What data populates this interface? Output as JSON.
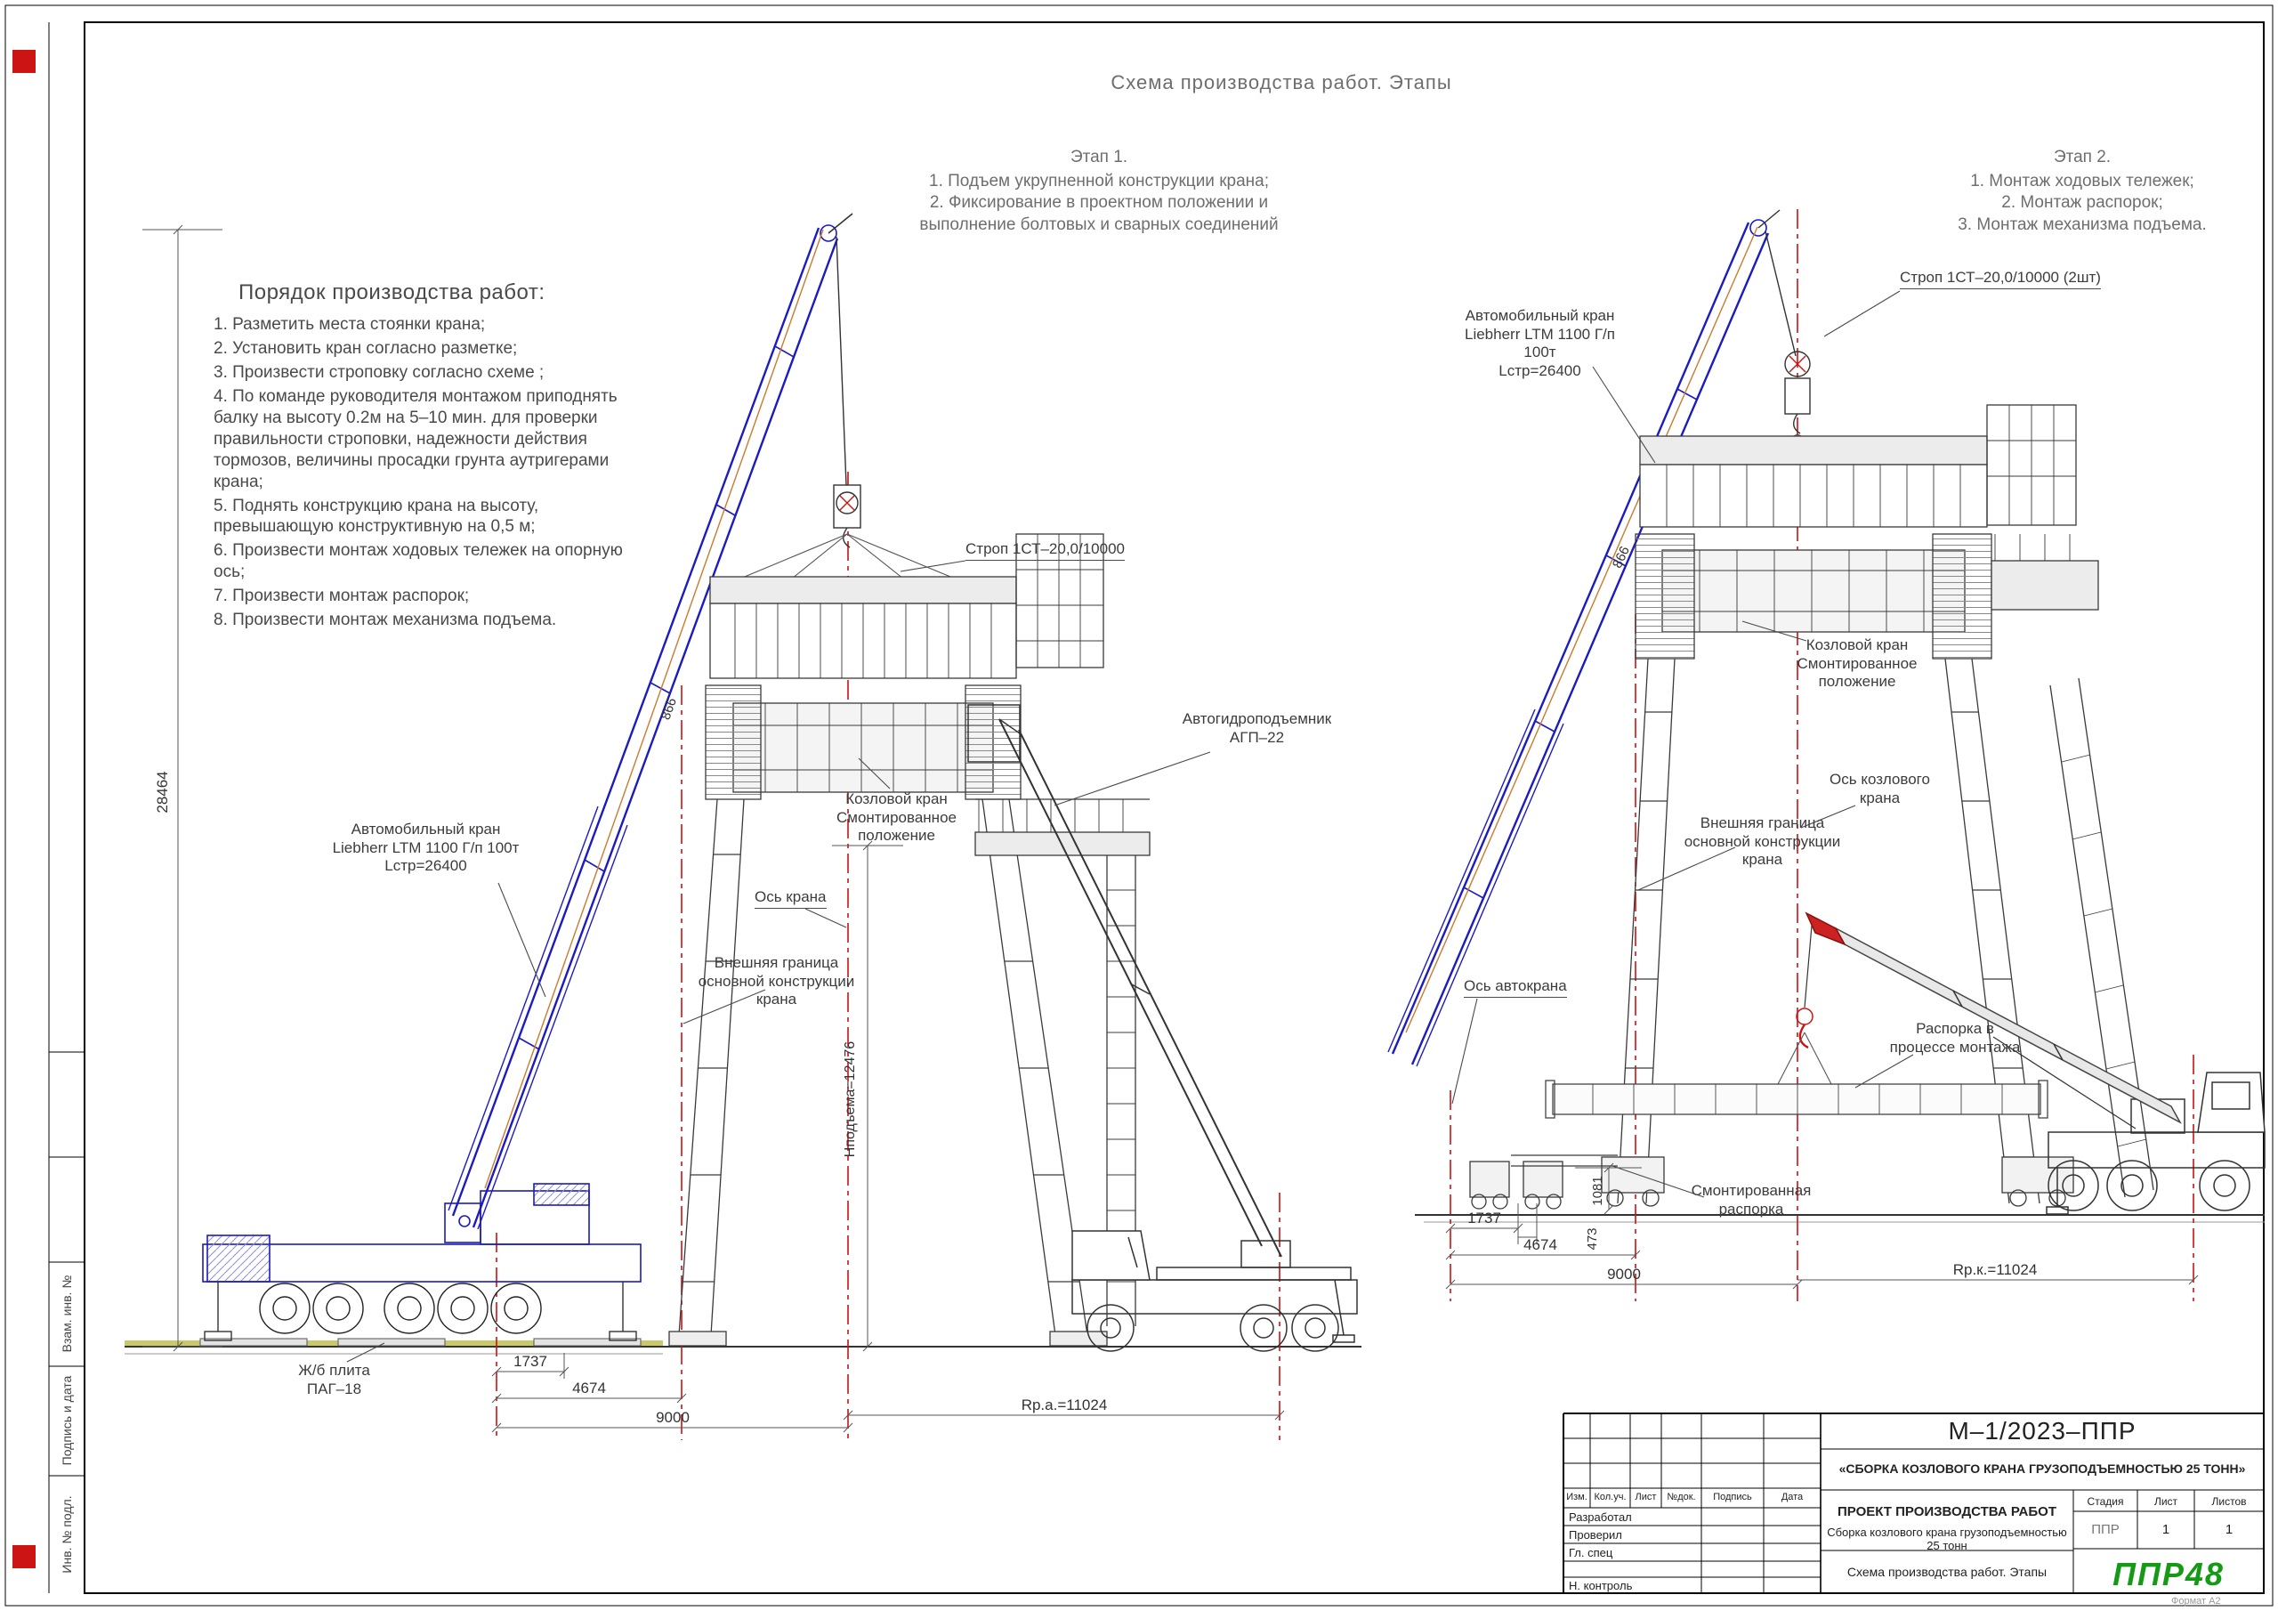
{
  "colors": {
    "accent_blue": "#1b1bbf",
    "axis_red": "#cc1111",
    "pendant_orange": "#c97b2d",
    "logo_green": "#149a14",
    "ground_khaki": "#c8c86e"
  },
  "page": {
    "title": "Схема производства работ. Этапы",
    "format_note": "Формат А2"
  },
  "stage1": {
    "title": "Этап 1.",
    "items": [
      "1.   Подъем укрупненной конструкции крана;",
      "2.   Фиксирование в проектном положении и выполнение болтовых и сварных соединений"
    ]
  },
  "stage2": {
    "title": "Этап 2.",
    "items": [
      "1.   Монтаж ходовых тележек;",
      "2.   Монтаж распорок;",
      "3.   Монтаж механизма подъема."
    ]
  },
  "procedure": {
    "title": "Порядок производства работ:",
    "items": [
      "1.  Разметить места стоянки   крана;",
      "2.  Установить кран согласно разметке;",
      "3.  Произвести строповку согласно схеме ;",
      "4.  По команде   руководителя монтажом приподнять балку на высоту 0.2м на 5–10 мин. для проверки правильности строповки, надежности действия тормозов, величины просадки грунта аутригерами крана;",
      "5.  Поднять конструкцию крана на высоту, превышающую конструктивную на 0,5 м;",
      "6.  Произвести монтаж ходовых тележек на опорную ось;",
      "7.  Произвести монтаж распорок;",
      "8.  Произвести монтаж механизма подъема."
    ]
  },
  "left_scene": {
    "labels": {
      "crane": "Автомобильный кран\nLiebherr  LTM  1100  Г/п  100т\nLстр=26400",
      "sling": "Строп 1СТ–20,0/10000",
      "gantry": "Козловой кран\nСмонтированное\nположение",
      "lift": "Автогидроподъемник\nАГП–22",
      "axis": "Ось крана",
      "boundary": "Внешняя граница\nосновной конструкции крана",
      "plate": "Ж/б плита\nПАГ–18",
      "boom_dim": "866"
    },
    "dims": {
      "height": "28464",
      "d1": "1737",
      "d2": "4674",
      "d3": "9000",
      "radius": "Rр.а.=11024",
      "hoist": "Hподъема=12476"
    }
  },
  "right_scene": {
    "labels": {
      "crane": "Автомобильный кран\nLiebherr  LTM  1100  Г/п  100т\nLстр=26400",
      "sling": "Строп 1СТ–20,0/10000 (2шт)",
      "gantry": "Козловой кран\nСмонтированное\nположение",
      "gantry_axis": "Ось козлового\nкрана",
      "boundary": "Внешняя граница\nосновной конструкции крана",
      "crane_axis": "Ось автокрана",
      "spacer_progress": "Распорка в\nпроцессе монтажа",
      "spacer_mounted": "Смонтированная\nраспорка",
      "boom_dim": "866"
    },
    "dims": {
      "d1": "1737",
      "d2": "473",
      "d3": "1081",
      "d4": "4674",
      "d5": "9000",
      "radius": "Rр.к.=11024"
    }
  },
  "title_block": {
    "doc_number": "М–1/2023–ППР",
    "doc_title": "«СБОРКА КОЗЛОВОГО КРАНА ГРУЗОПОДЪЕМНОСТЬЮ 25 ТОНН»",
    "columns": [
      "Изм.",
      "Кол.уч.",
      "Лист",
      "№док.",
      "Подпись",
      "Дата"
    ],
    "roles": [
      "Разработал",
      "Проверил",
      "Гл. спец",
      "",
      "Н. контроль"
    ],
    "project": "ПРОЕКТ ПРОИЗВОДСТВА РАБОТ",
    "project_sub": "Сборка козлового крана грузоподъемностью 25 тонн",
    "stage_label": "Стадия",
    "sheet_label": "Лист",
    "sheets_label": "Листов",
    "stage": "ППР",
    "sheet": "1",
    "sheets": "1",
    "sheet_title": "Схема производства работ. Этапы",
    "logo": "ППР48"
  },
  "side_bar": {
    "fields": [
      "Взам. инв. №",
      "Подпись и дата",
      "Инв. № подл."
    ]
  }
}
